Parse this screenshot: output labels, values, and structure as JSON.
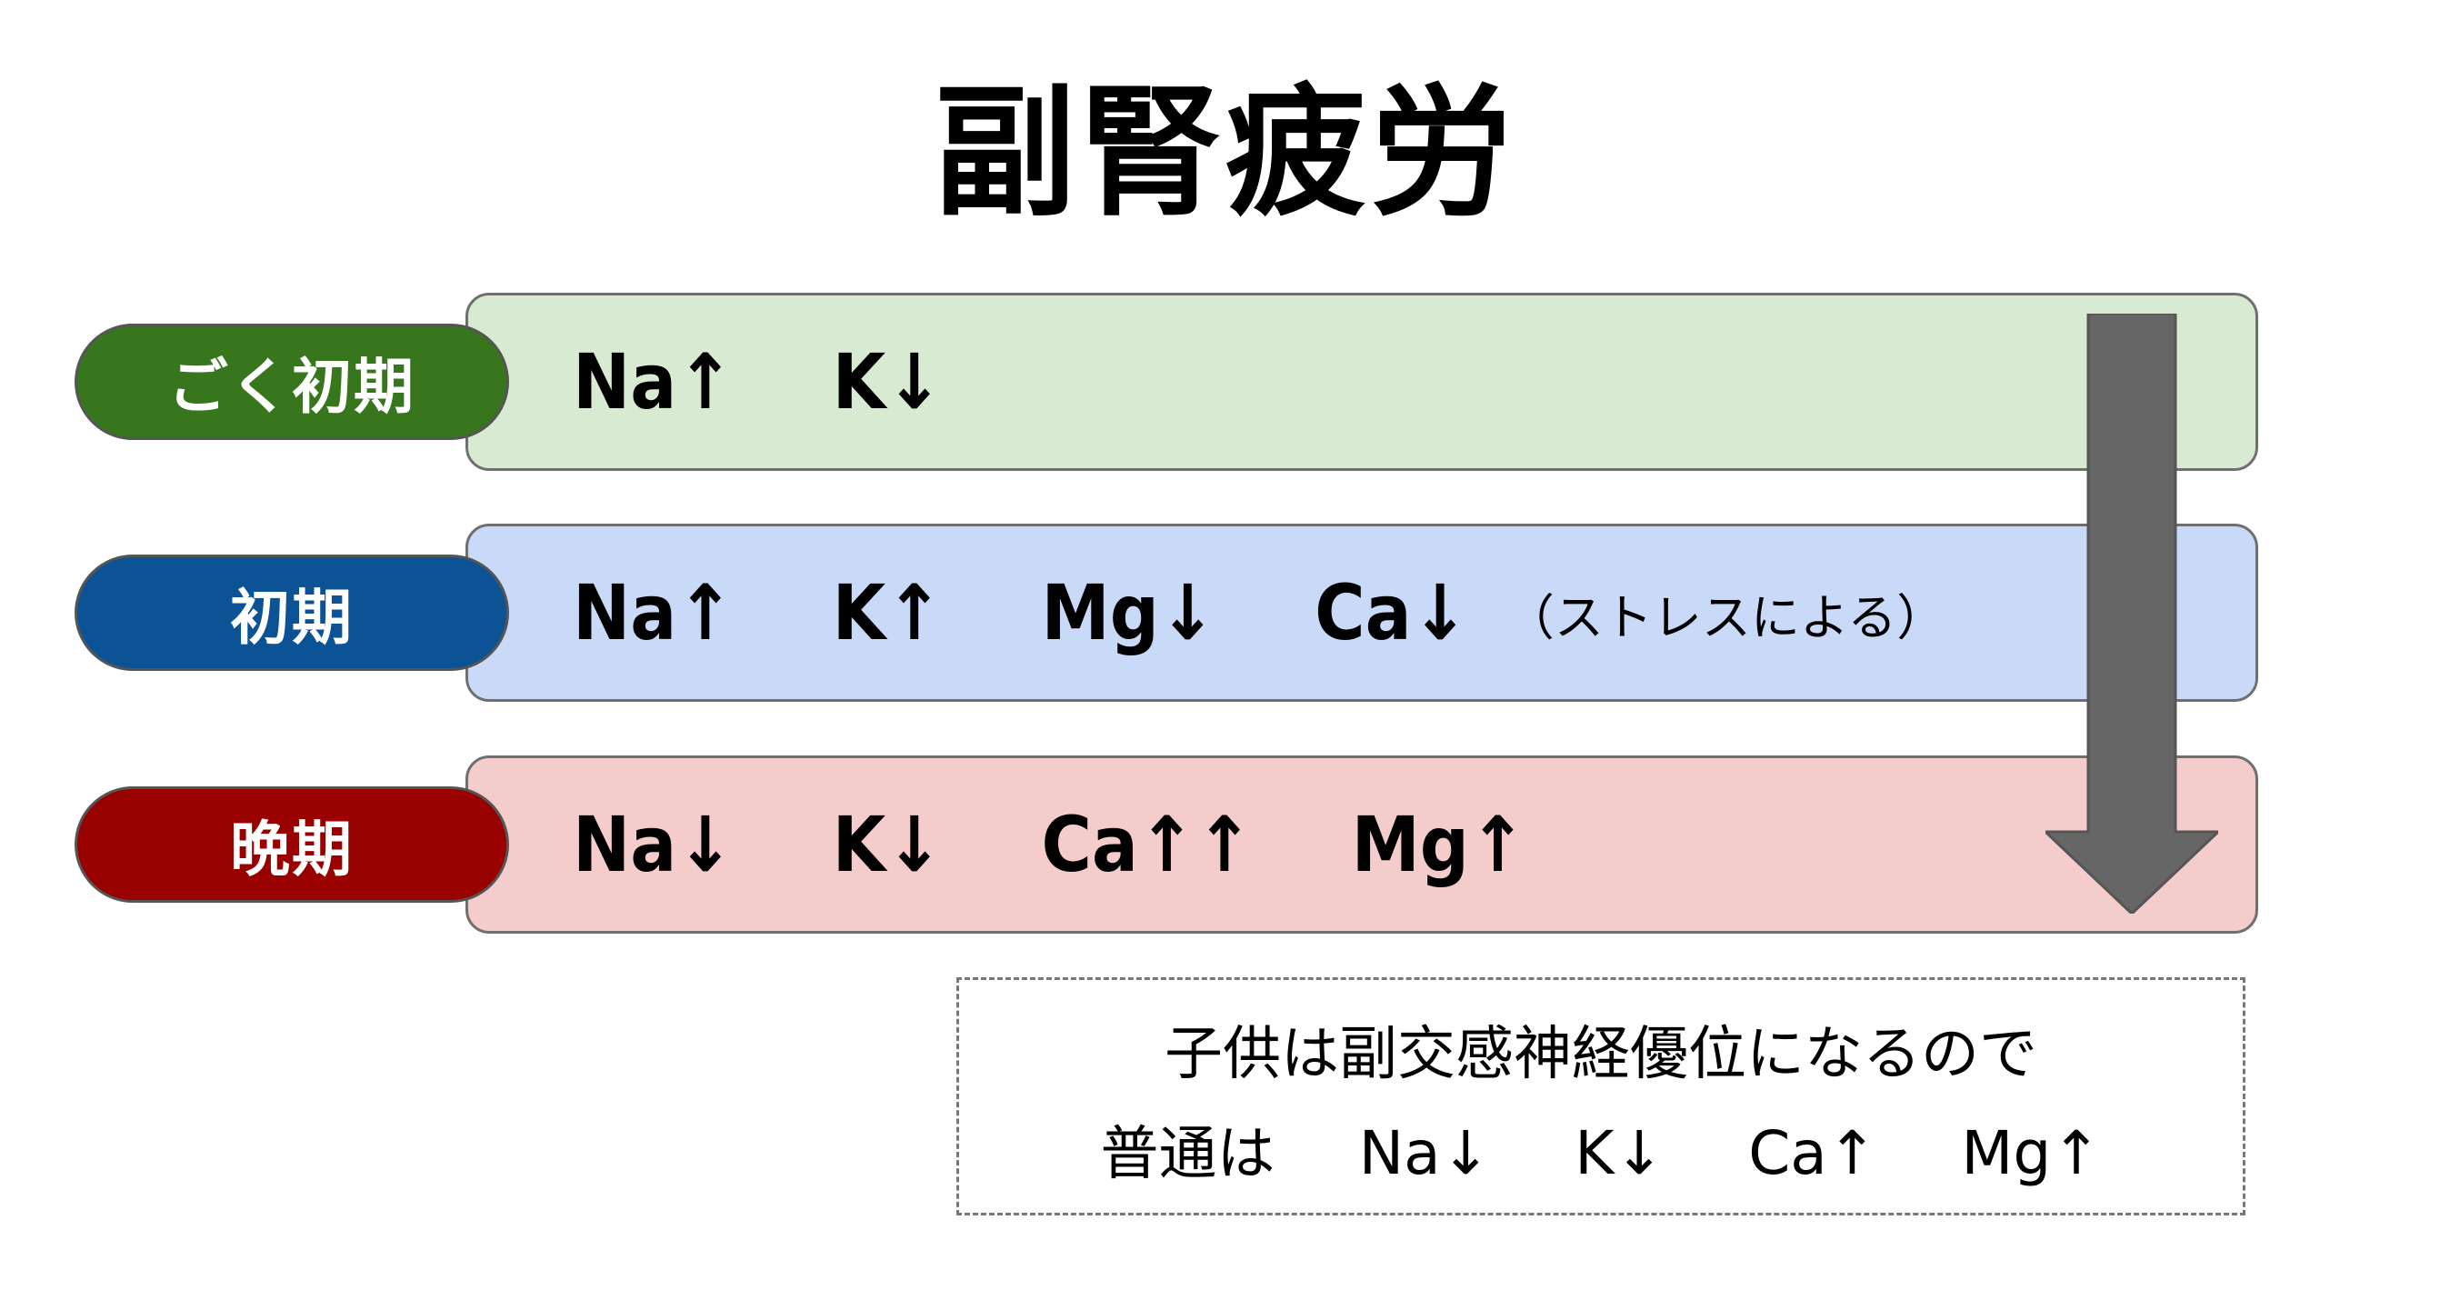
{
  "title": "副腎疲労",
  "stages": [
    {
      "label": "ごく初期",
      "ions": [
        "Na↑",
        "K↓"
      ],
      "note": "",
      "band_color": "#d9ead3",
      "pill_color": "#38761d"
    },
    {
      "label": "初期",
      "ions": [
        "Na↑",
        "K↑",
        "Mg↓",
        "Ca↓"
      ],
      "note": "（ストレスによる）",
      "band_color": "#c9daf8",
      "pill_color": "#0b5394"
    },
    {
      "label": "晩期",
      "ions": [
        "Na↓",
        "K↓",
        "Ca↑↑",
        "Mg↑"
      ],
      "note": "",
      "band_color": "#f4cccc",
      "pill_color": "#990000"
    }
  ],
  "progression_arrow": {
    "icon": "down-arrow-icon",
    "color": "#666666"
  },
  "child_note": {
    "line1": "子供は副交感神経優位になるので",
    "lead": "普通は",
    "ions": [
      "Na↓",
      "K↓",
      "Ca↑",
      "Mg↑"
    ]
  }
}
